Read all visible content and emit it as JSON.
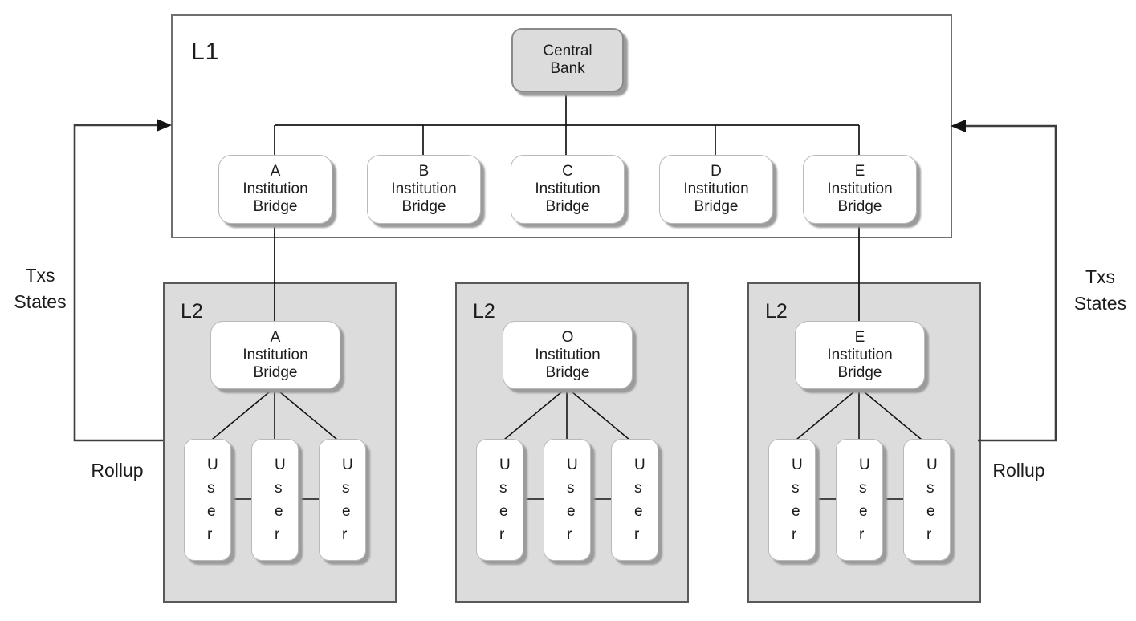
{
  "l1": {
    "label": "L1",
    "central_bank": "Central\nBank",
    "bridges": [
      "A\nInstitution\nBridge",
      "B\nInstitution\nBridge",
      "C\nInstitution\nBridge",
      "D\nInstitution\nBridge",
      "E\nInstitution\nBridge"
    ]
  },
  "l2_groups": [
    {
      "label": "L2",
      "bridge": "A\nInstitution\nBridge",
      "users": [
        "User",
        "User",
        "User"
      ]
    },
    {
      "label": "L2",
      "bridge": "O\nInstitution\nBridge",
      "users": [
        "User",
        "User",
        "User"
      ]
    },
    {
      "label": "L2",
      "bridge": "E\nInstitution\nBridge",
      "users": [
        "User",
        "User",
        "User"
      ]
    }
  ],
  "annotations": {
    "left": {
      "flow": "Txs\nStates",
      "rollup": "Rollup"
    },
    "right": {
      "flow": "Txs\nStates",
      "rollup": "Rollup"
    }
  },
  "colors": {
    "l2_fill": "#dcdcdc",
    "central_bank_fill": "#dcdcdc",
    "node_fill": "#ffffff",
    "l1_border": "#6f6f6f",
    "l2_border": "#595959",
    "node_border": "#b9b9b9",
    "connector_line": "#141414",
    "loop_line": "#3d3d3d",
    "shadow": "#9b9b9b",
    "text": "#1c1c1c"
  }
}
